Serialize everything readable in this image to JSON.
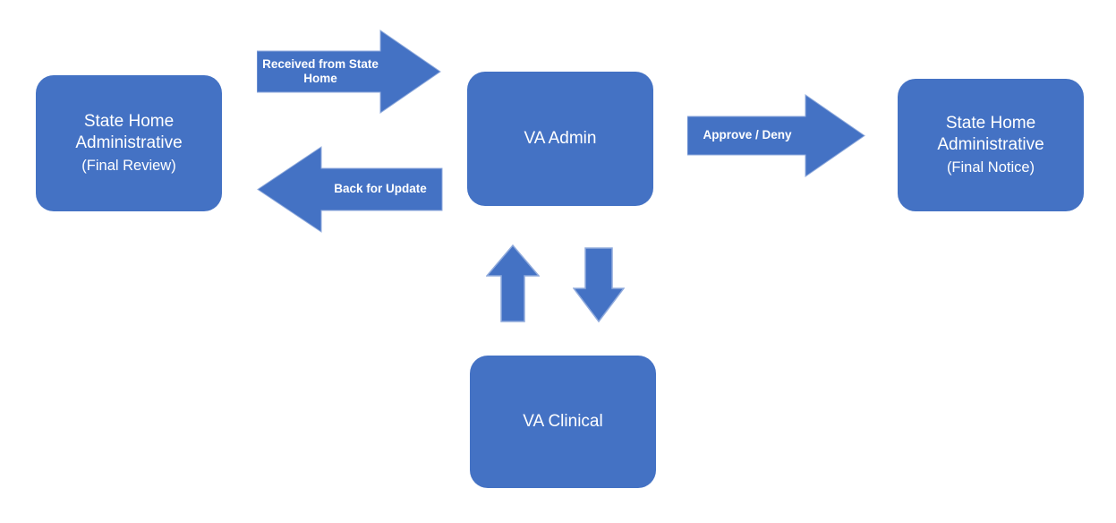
{
  "diagram": {
    "type": "flowchart",
    "background": "#FFFFFF",
    "colors": {
      "shape_fill": "#4472C4",
      "shape_stroke": "#8FAADC",
      "label_text": "#FFFFFF"
    },
    "nodes": [
      {
        "id": "state-home-final-review",
        "label": "State Home Administrative",
        "sublabel": "(Final Review)"
      },
      {
        "id": "va-admin",
        "label": "VA Admin",
        "sublabel": ""
      },
      {
        "id": "state-home-final-notice",
        "label": "State Home Administrative",
        "sublabel": "(Final Notice)"
      },
      {
        "id": "va-clinical",
        "label": "VA Clinical",
        "sublabel": ""
      }
    ],
    "arrows": [
      {
        "id": "received-from-state-home",
        "label": "Received from State Home",
        "direction": "right",
        "from": "state-home-final-review",
        "to": "va-admin"
      },
      {
        "id": "back-for-update",
        "label": "Back for Update",
        "direction": "left",
        "from": "va-admin",
        "to": "state-home-final-review"
      },
      {
        "id": "approve-deny",
        "label": "Approve / Deny",
        "direction": "right",
        "from": "va-admin",
        "to": "state-home-final-notice"
      },
      {
        "id": "clinical-to-admin",
        "label": "",
        "direction": "up",
        "from": "va-clinical",
        "to": "va-admin"
      },
      {
        "id": "admin-to-clinical",
        "label": "",
        "direction": "down",
        "from": "va-admin",
        "to": "va-clinical"
      }
    ]
  }
}
